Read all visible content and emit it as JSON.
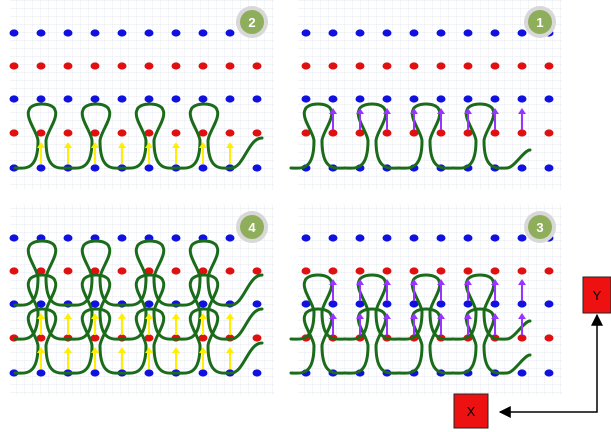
{
  "panels": [
    {
      "id": "panel-1",
      "label": "1",
      "loop_rows": 1,
      "arrow_rows": [
        1
      ],
      "arrow_color": "#9933ff"
    },
    {
      "id": "panel-2",
      "label": "2",
      "loop_rows": 1,
      "arrow_rows": [
        0
      ],
      "arrow_color": "#ffee00"
    },
    {
      "id": "panel-3",
      "label": "3",
      "loop_rows": 2,
      "arrow_rows": [
        1,
        2
      ],
      "arrow_color": "#9933ff"
    },
    {
      "id": "panel-4",
      "label": "4",
      "loop_rows": 3,
      "arrow_rows": [
        0,
        1
      ],
      "arrow_color": "#ffee00"
    }
  ],
  "axes": {
    "x_label": "X",
    "y_label": "Y"
  },
  "colors": {
    "blue_dot": "#1010e0",
    "red_dot": "#e01010",
    "loop": "#1a6b1a",
    "grid": "#dde3ea",
    "badge_fill": "#8fae5b",
    "badge_ring": "#d8d8d8",
    "axis_box": "#ee1111"
  }
}
